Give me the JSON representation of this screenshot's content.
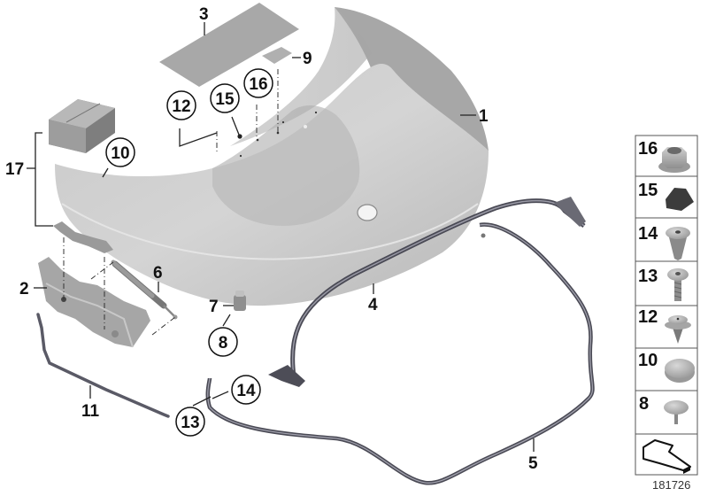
{
  "diagram": {
    "subject": "Trunk lid exploded view",
    "reference_number": "181726",
    "colors": {
      "panel_light": "#d6d6d6",
      "panel_mid": "#bdbdbd",
      "panel_dark": "#9a9a9a",
      "seal": "#4a4a55",
      "hardware": "#8e8e8e",
      "line": "#222222"
    },
    "callouts": [
      {
        "id": "1",
        "label": "1",
        "style": "plain",
        "part": "trunk lid"
      },
      {
        "id": "2",
        "label": "2",
        "style": "plain",
        "part": "hinge"
      },
      {
        "id": "3",
        "label": "3",
        "style": "plain",
        "part": "sound insulation mat"
      },
      {
        "id": "4",
        "label": "4",
        "style": "plain",
        "part": "upper seal"
      },
      {
        "id": "5",
        "label": "5",
        "style": "plain",
        "part": "lower seal"
      },
      {
        "id": "6",
        "label": "6",
        "style": "plain",
        "part": "gas strut"
      },
      {
        "id": "7",
        "label": "7",
        "style": "plain",
        "part": "rubber buffer"
      },
      {
        "id": "8",
        "label": "8",
        "style": "circle",
        "part": "plug"
      },
      {
        "id": "9",
        "label": "9",
        "style": "plain",
        "part": "pad"
      },
      {
        "id": "10",
        "label": "10",
        "style": "circle",
        "part": "plug"
      },
      {
        "id": "11",
        "label": "11",
        "style": "plain",
        "part": "trim strip"
      },
      {
        "id": "12",
        "label": "12",
        "style": "circle",
        "part": "clip"
      },
      {
        "id": "13",
        "label": "13",
        "style": "circle",
        "part": "screw"
      },
      {
        "id": "14",
        "label": "14",
        "style": "circle",
        "part": "clip"
      },
      {
        "id": "15",
        "label": "15",
        "style": "circle",
        "part": "rubber pad"
      },
      {
        "id": "16",
        "label": "16",
        "style": "circle",
        "part": "nut"
      },
      {
        "id": "17",
        "label": "17",
        "style": "plain",
        "part": "repair kit"
      }
    ],
    "legend": {
      "items": [
        {
          "number": "16",
          "icon": "hex-flange-nut-icon"
        },
        {
          "number": "15",
          "icon": "rubber-pad-icon"
        },
        {
          "number": "14",
          "icon": "expanding-clip-icon"
        },
        {
          "number": "13",
          "icon": "screw-icon"
        },
        {
          "number": "12",
          "icon": "push-clip-icon"
        },
        {
          "number": "10",
          "icon": "round-plug-icon"
        },
        {
          "number": "8",
          "icon": "plug-with-stud-icon"
        }
      ],
      "footer_icon": "direction-arrow-icon"
    }
  }
}
